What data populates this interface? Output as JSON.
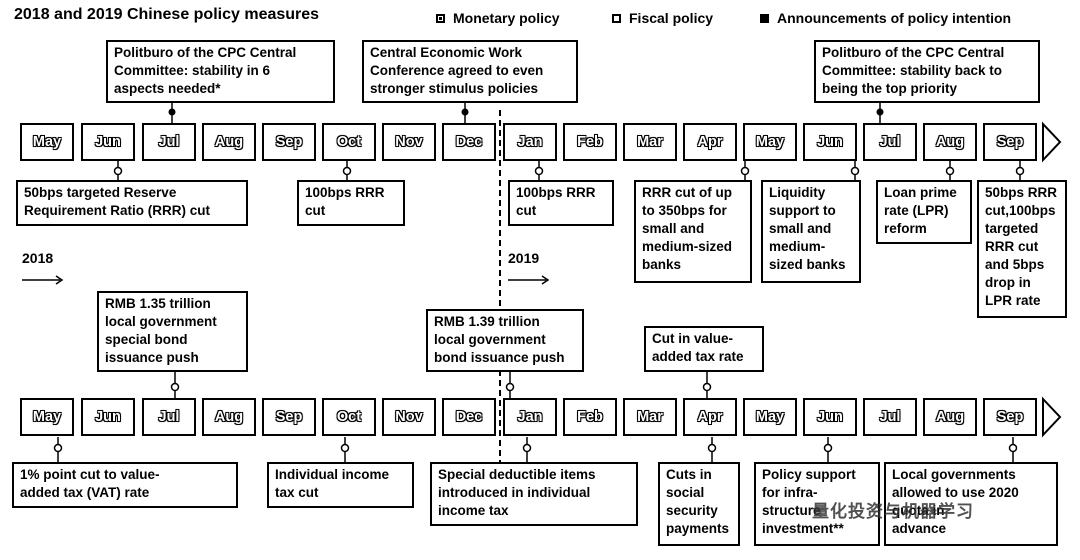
{
  "title": "2018 and 2019 Chinese policy measures",
  "legend": [
    {
      "label": "Monetary policy",
      "marker": "cross"
    },
    {
      "label": "Fiscal policy",
      "marker": "hollow"
    },
    {
      "label": "Announcements of policy intention",
      "marker": "filled"
    }
  ],
  "months": [
    "May",
    "Jun",
    "Jul",
    "Aug",
    "Sep",
    "Oct",
    "Nov",
    "Dec",
    "Jan",
    "Feb",
    "Mar",
    "Apr",
    "May",
    "Jun",
    "Jul",
    "Aug",
    "Sep"
  ],
  "year_labels": {
    "y2018": "2018",
    "y2019": "2019"
  },
  "top_announcements": [
    {
      "lines": [
        "Politburo of the CPC Central",
        "Committee: stability in 6",
        "aspects needed*"
      ]
    },
    {
      "lines": [
        "Central Economic Work",
        "Conference agreed to even",
        "stronger stimulus policies"
      ]
    },
    {
      "lines": [
        "Politburo of the CPC Central",
        "Committee: stability back to",
        "being the top priority"
      ]
    }
  ],
  "monetary_measures": [
    {
      "lines": [
        "50bps targeted Reserve",
        "Requirement Ratio (RRR) cut"
      ]
    },
    {
      "lines": [
        "100bps RRR",
        "cut"
      ]
    },
    {
      "lines": [
        "100bps RRR",
        "cut"
      ]
    },
    {
      "lines": [
        "RRR cut of up",
        "to 350bps for",
        "small and",
        "medium-sized",
        "banks"
      ]
    },
    {
      "lines": [
        "Liquidity",
        "support to",
        "small and",
        "medium-",
        "sized banks"
      ]
    },
    {
      "lines": [
        "Loan prime",
        "rate (LPR)",
        "reform"
      ]
    },
    {
      "lines": [
        "50bps RRR",
        "cut,100bps",
        "targeted",
        "RRR cut",
        "and 5bps",
        "drop in",
        "LPR rate"
      ]
    }
  ],
  "fiscal_upper": [
    {
      "lines": [
        "RMB 1.35 trillion",
        "local government",
        "special bond",
        "issuance push"
      ]
    },
    {
      "lines": [
        "RMB 1.39 trillion",
        "local government",
        "bond issuance push"
      ]
    },
    {
      "lines": [
        "Cut in value-",
        "added tax rate"
      ]
    }
  ],
  "fiscal_lower": [
    {
      "lines": [
        "1% point cut to value-",
        "added tax (VAT) rate"
      ]
    },
    {
      "lines": [
        "Individual income",
        "tax cut"
      ]
    },
    {
      "lines": [
        "Special deductible items",
        "introduced in individual",
        "income tax"
      ]
    },
    {
      "lines": [
        "Cuts in",
        "social",
        "security",
        "payments"
      ]
    },
    {
      "lines": [
        "Policy support",
        "for infra-",
        "structure",
        "investment**"
      ]
    },
    {
      "lines": [
        "Local governments",
        "allowed to use 2020",
        "quota in",
        "advance"
      ]
    }
  ],
  "watermark": "量化投资与机器学习"
}
